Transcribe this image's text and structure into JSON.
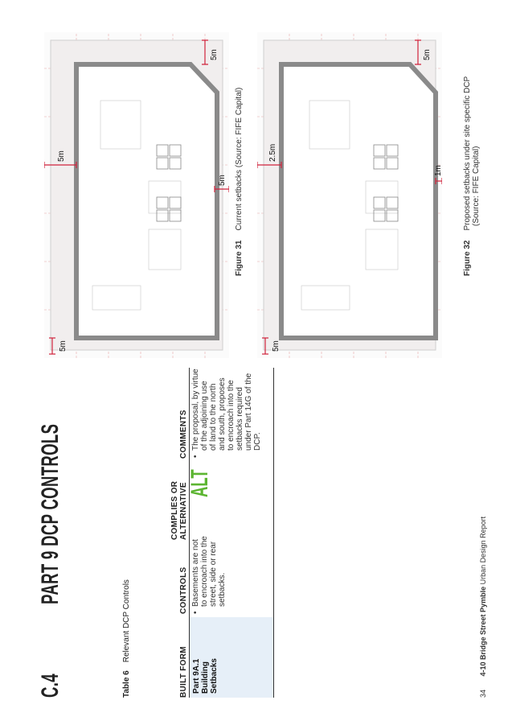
{
  "section": {
    "number": "C.4",
    "title": "PART 9 DCP CONTROLS"
  },
  "table": {
    "label": "Table 6",
    "caption": "Relevant DCP Controls",
    "headers": [
      "BUILT FORM",
      "CONTROLS",
      "COMPLIES OR",
      "ALTERNATIVE",
      "COMMENTS"
    ],
    "row": {
      "built_form": [
        "Part 9A.1",
        "Building",
        "Setbacks"
      ],
      "controls": [
        "Basements are not",
        "to encroach into the",
        "street, side or rear",
        "setbacks."
      ],
      "status": "ALT",
      "comments": [
        "The proposal, by virtue",
        "of the adjoining use",
        "of land to the north",
        "and south, proposes",
        "to encroach into the",
        "setbacks required",
        "under Part 14G of the",
        "DCP."
      ]
    }
  },
  "figures": [
    {
      "label": "Figure 31",
      "caption_lines": [
        "Current setbacks (Source: FIFE Capital)"
      ],
      "dims": {
        "left": "5m",
        "bottom": "5m",
        "top": "5m",
        "right": "5m"
      }
    },
    {
      "label": "Figure 32",
      "caption_lines": [
        "Proposed setbacks under site specific DCP",
        "(Source: FIFE Capital)"
      ],
      "dims": {
        "left": "5m",
        "bottom": "1m",
        "top": "2.5m",
        "right": "5m"
      }
    }
  ],
  "footer": {
    "page": "34",
    "project": "4-10 Bridge Street Pymble",
    "doc": "Urban Design Report"
  },
  "colors": {
    "accent_green": "#5cb531",
    "header_fill": "#e6eff8",
    "dimension_red": "#d0233c"
  }
}
